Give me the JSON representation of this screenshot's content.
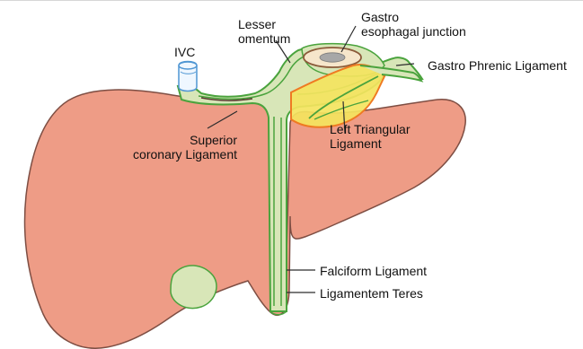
{
  "labels": {
    "ivc": "IVC",
    "lesser_omentum": "Lesser\nomentum",
    "gastro_esophageal_junction": "Gastro\nesophagal junction",
    "gastro_phrenic_ligament": "Gastro Phrenic Ligament",
    "superior_coronary_ligament": "Superior\ncoronary Ligament",
    "left_triangular_ligament": "Left Triangular\nLigament",
    "falciform_ligament": "Falciform Ligament",
    "ligamentum_teres": "Ligamentem Teres"
  },
  "colors": {
    "liver_fill": "#EE9C86",
    "liver_stroke": "#7E4E43",
    "ligament_fill": "#D8E6B8",
    "ligament_stroke": "#4AA33D",
    "ivc_stroke": "#4F96D3",
    "ivc_fill": "#EFF7FF",
    "triangle_fill": "#F4E45E",
    "triangle_stroke": "#EF7A22",
    "junction_fill": "#F6E6CB",
    "junction_stroke": "#8B5A39"
  }
}
